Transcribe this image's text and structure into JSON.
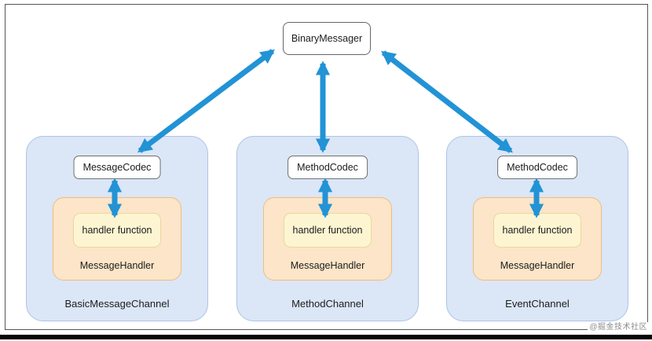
{
  "diagram": {
    "top_node": {
      "label": "BinaryMessager"
    },
    "channels": [
      {
        "name": "BasicMessageChannel",
        "codec": "MessageCodec",
        "handler_box": "MessageHandler",
        "handler_function": "handler function"
      },
      {
        "name": "MethodChannel",
        "codec": "MethodCodec",
        "handler_box": "MessageHandler",
        "handler_function": "handler function"
      },
      {
        "name": "EventChannel",
        "codec": "MethodCodec",
        "handler_box": "MessageHandler",
        "handler_function": "handler function"
      }
    ],
    "watermark": "@掘金技术社区",
    "colors": {
      "arrow_blue": "#2293d5",
      "channel_fill": "#dbe6f7",
      "channel_border": "#aec3e4",
      "handler_fill": "#fce5c8",
      "handler_border": "#eebd7d",
      "function_fill": "#fdf5d2",
      "function_border": "#e9d89d",
      "node_fill": "#ffffff",
      "node_border": "#707070",
      "frame_border": "#555555",
      "bottom_bar": "#050505",
      "watermark_text": "#8b8b8b"
    }
  }
}
